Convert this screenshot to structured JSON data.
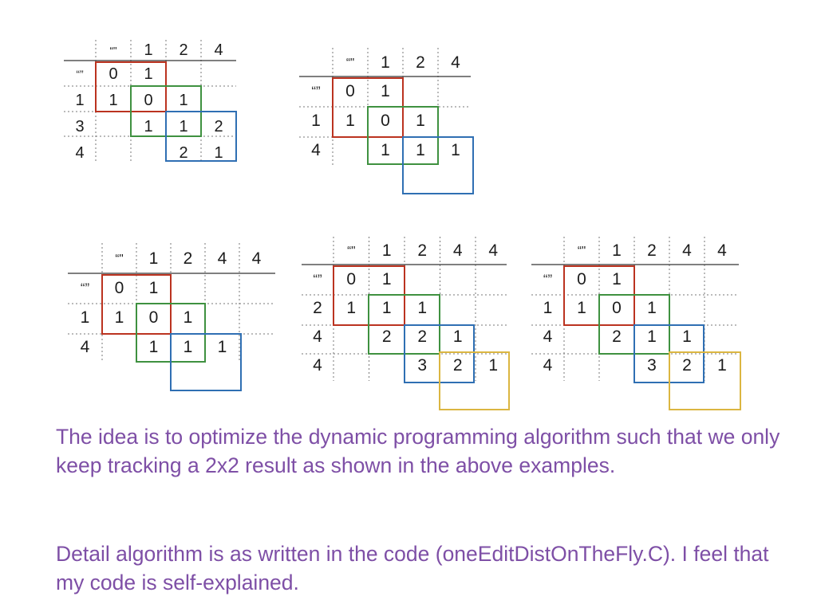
{
  "colors": {
    "grid": "#777777",
    "header_rule": "#333333",
    "red": "#bb3320",
    "green": "#3f9140",
    "blue": "#2f6fb3",
    "yellow": "#dbb641",
    "text": "#7e4fa6"
  },
  "tables": [
    {
      "id": "tbl1",
      "header": [
        "“\"",
        "1",
        "2",
        "4"
      ],
      "rows": [
        {
          "label": "“”",
          "cells": [
            "0",
            "1",
            "",
            ""
          ]
        },
        {
          "label": "1",
          "cells": [
            "1",
            "0",
            "1",
            ""
          ]
        },
        {
          "label": "3",
          "cells": [
            "",
            "1",
            "1",
            "2"
          ]
        },
        {
          "label": "4",
          "cells": [
            "",
            "",
            "2",
            "1"
          ]
        }
      ]
    },
    {
      "id": "tbl2",
      "header": [
        "“\"",
        "1",
        "2",
        "4"
      ],
      "rows": [
        {
          "label": "“”",
          "cells": [
            "0",
            "1",
            "",
            ""
          ]
        },
        {
          "label": "1",
          "cells": [
            "1",
            "0",
            "1",
            ""
          ]
        },
        {
          "label": "4",
          "cells": [
            "",
            "1",
            "1",
            "1"
          ]
        }
      ]
    },
    {
      "id": "tbl3",
      "header": [
        "“\"",
        "1",
        "2",
        "4",
        "4"
      ],
      "rows": [
        {
          "label": "“”",
          "cells": [
            "0",
            "1",
            "",
            "",
            ""
          ]
        },
        {
          "label": "1",
          "cells": [
            "1",
            "0",
            "1",
            "",
            ""
          ]
        },
        {
          "label": "4",
          "cells": [
            "",
            "1",
            "1",
            "1",
            ""
          ]
        }
      ]
    },
    {
      "id": "tbl4",
      "header": [
        "“\"",
        "1",
        "2",
        "4",
        "4"
      ],
      "rows": [
        {
          "label": "“”",
          "cells": [
            "0",
            "1",
            "",
            "",
            ""
          ]
        },
        {
          "label": "2",
          "cells": [
            "1",
            "1",
            "1",
            "",
            ""
          ]
        },
        {
          "label": "4",
          "cells": [
            "",
            "2",
            "2",
            "1",
            ""
          ]
        },
        {
          "label": "4",
          "cells": [
            "",
            "",
            "3",
            "2",
            "1"
          ]
        }
      ]
    },
    {
      "id": "tbl5",
      "header": [
        "“\"",
        "1",
        "2",
        "4",
        "4"
      ],
      "rows": [
        {
          "label": "“”",
          "cells": [
            "0",
            "1",
            "",
            "",
            ""
          ]
        },
        {
          "label": "1",
          "cells": [
            "1",
            "0",
            "1",
            "",
            ""
          ]
        },
        {
          "label": "4",
          "cells": [
            "",
            "2",
            "1",
            "1",
            ""
          ]
        },
        {
          "label": "4",
          "cells": [
            "",
            "",
            "3",
            "2",
            "1"
          ]
        }
      ]
    }
  ],
  "text": {
    "paragraph1": "The idea is to optimize the dynamic programming algorithm such that we only keep tracking a 2x2 result as shown in the above examples.",
    "paragraph2": "Detail algorithm is as written in the code (oneEditDistOnTheFly.C). I feel that my code is self-explained."
  }
}
